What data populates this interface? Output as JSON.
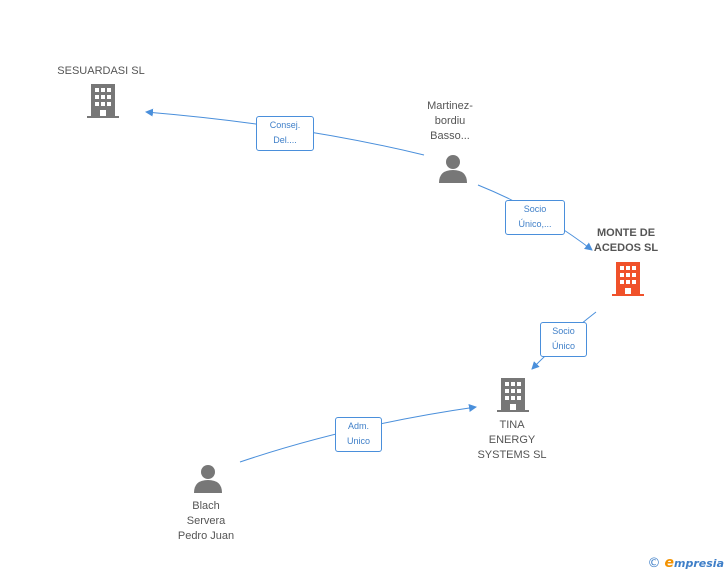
{
  "nodes": {
    "sesuardasi": {
      "name": "SESUARDASI SL",
      "type": "company"
    },
    "martinez": {
      "name_lines": [
        "Martinez-",
        "bordiu",
        "Basso..."
      ],
      "type": "person"
    },
    "monte": {
      "name_lines": [
        "MONTE DE",
        "ACEDOS SL"
      ],
      "type": "company",
      "highlight": true
    },
    "tina": {
      "name_lines": [
        "TINA",
        "ENERGY",
        "SYSTEMS SL"
      ],
      "type": "company"
    },
    "blach": {
      "name_lines": [
        "Blach",
        "Servera",
        "Pedro Juan"
      ],
      "type": "person"
    }
  },
  "edges": {
    "consej": {
      "lines": [
        "Consej.",
        "Del...."
      ]
    },
    "socio_unico_dots": {
      "lines": [
        "Socio",
        "Único,..."
      ]
    },
    "socio_unico": {
      "lines": [
        "Socio",
        "Único"
      ]
    },
    "adm_unico": {
      "lines": [
        "Adm.",
        "Unico"
      ]
    }
  },
  "footer": {
    "copyright_symbol": "©",
    "brand_initial": "e",
    "brand_rest": "mpresia"
  },
  "colors": {
    "edge": "#4a8fdb",
    "icon_gray": "#777777",
    "icon_highlight": "#f0512a",
    "label_text": "#555555"
  }
}
